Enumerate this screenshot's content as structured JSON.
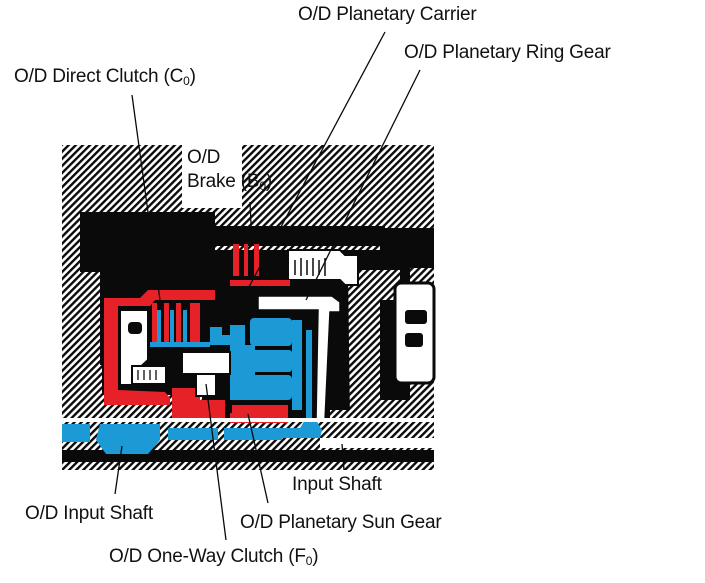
{
  "title": "Overdrive Unit Cross-Section",
  "colors": {
    "red": "#e62228",
    "blue": "#1b9ad6",
    "black": "#0a0a0a",
    "white": "#ffffff"
  },
  "labels": {
    "planetary_carrier": "O/D Planetary Carrier",
    "ring_gear": "O/D Planetary Ring Gear",
    "direct_clutch": {
      "text": "O/D Direct Clutch (C",
      "sub": "0",
      "close": ")"
    },
    "brake_line1": "O/D",
    "brake_line2": {
      "text": "Brake (B",
      "sub": "0",
      "close": ")"
    },
    "input_shaft": "Input Shaft",
    "od_input_shaft": "O/D Input Shaft",
    "sun_gear": "O/D Planetary Sun Gear",
    "one_way_clutch": {
      "text": "O/D One-Way Clutch (F",
      "sub": "0",
      "close": ")"
    }
  }
}
